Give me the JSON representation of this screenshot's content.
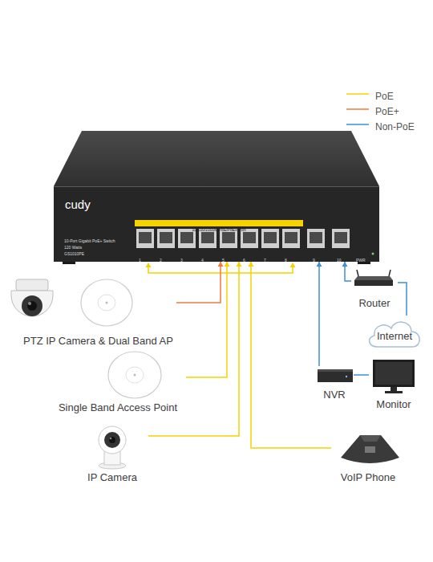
{
  "diagram": {
    "nodes": [
      {
        "text": [
          "cudy",
          "10-Port Gigabit PoE+ Switch",
          "120 Watts",
          "GS1010PE",
          "10/100/1000M PoE/PoE+ Port"
        ]
      },
      {
        "text": [
          "PTZ IP Camera & Dual Band AP"
        ]
      },
      {
        "text": [
          "Single Band Access Point"
        ]
      },
      {
        "text": [
          "IP Camera"
        ]
      },
      {
        "text": [
          "VoIP Phone"
        ]
      },
      {
        "text": [
          "NVR"
        ]
      },
      {
        "text": [
          "Monitor"
        ]
      },
      {
        "text": [
          "Router"
        ]
      },
      {
        "text": [
          "Internet"
        ]
      }
    ],
    "edges": [
      {
        "from": 1,
        "to": 0,
        "arrow": "to"
      },
      {
        "from": 2,
        "to": 0,
        "arrow": "to"
      },
      {
        "from": 3,
        "to": 0,
        "arrow": "to"
      },
      {
        "from": 4,
        "to": 0,
        "arrow": "to"
      },
      {
        "from": 5,
        "to": 0,
        "arrow": "to"
      },
      {
        "from": 7,
        "to": 0,
        "arrow": "to"
      },
      {
        "from": 5,
        "to": 6,
        "arrow": "none"
      },
      {
        "from": 7,
        "to": 8,
        "arrow": "none"
      }
    ],
    "labels": [
      "1",
      "2",
      "3",
      "4",
      "5",
      "6",
      "7",
      "8",
      "9",
      "10",
      "PWR"
    ],
    "legend": [
      {
        "text": "PoE"
      },
      {
        "text": "PoE+"
      },
      {
        "text": "Non-PoE"
      }
    ]
  }
}
